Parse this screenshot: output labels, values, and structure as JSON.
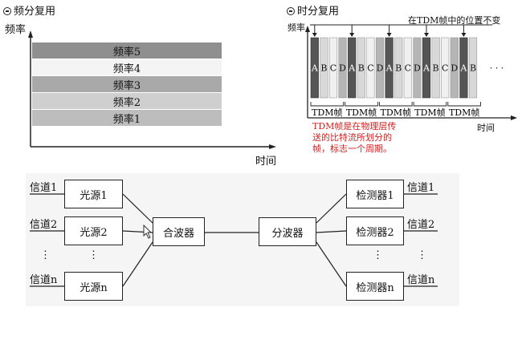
{
  "fdm": {
    "title": "频分复用",
    "y_axis_label": "频率",
    "x_axis_label": "时间",
    "bands": [
      {
        "label": "频率5",
        "color": "#8f8f8f"
      },
      {
        "label": "频率4",
        "color": "#f4f4f4"
      },
      {
        "label": "频率3",
        "color": "#a9a9a9"
      },
      {
        "label": "频率2",
        "color": "#cfcfcf"
      },
      {
        "label": "频率1",
        "color": "#bdbdbd"
      }
    ]
  },
  "tdm": {
    "title": "时分复用",
    "y_axis_label": "频率",
    "x_axis_label": "时间",
    "position_note": "在TDM帧中的位置不变",
    "slot_letters": [
      "A",
      "B",
      "C",
      "D"
    ],
    "ellipsis": "· · ·",
    "frame_label": "TDM帧",
    "frame_count": 5,
    "note_lines": [
      "TDM帧是在物理层传",
      "送的比特流所划分的",
      "帧，标志一个周期。"
    ],
    "note_color": "#d42020"
  },
  "wdm": {
    "channels_left": [
      "信道1",
      "信道2",
      "信道n"
    ],
    "sources": [
      "光源1",
      "光源2",
      "光源n"
    ],
    "multiplexer": "合波器",
    "demultiplexer": "分波器",
    "detectors": [
      "检测器1",
      "检测器2",
      "检测器n"
    ],
    "channels_right": [
      "信道1",
      "信道2",
      "信道n"
    ],
    "vdots": "⋮"
  }
}
